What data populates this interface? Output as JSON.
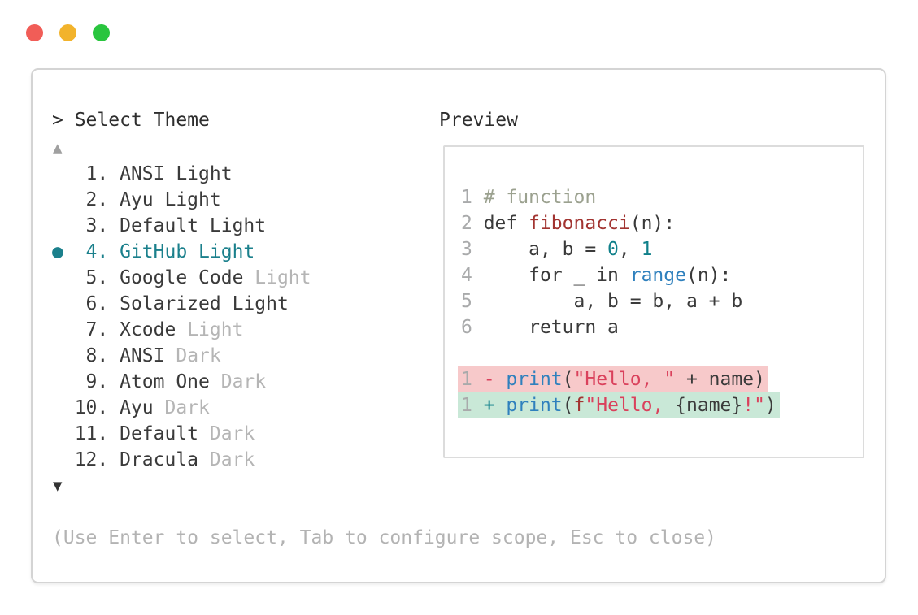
{
  "window": {
    "controls": [
      {
        "name": "close",
        "color": "#f15d57"
      },
      {
        "name": "minimize",
        "color": "#f2b32c"
      },
      {
        "name": "zoom",
        "color": "#29c53e"
      }
    ]
  },
  "palette": {
    "plain": "#3a3a3a",
    "muted": "#b5b5b5",
    "selected": "#1b808c",
    "line_number": "#a9aaab",
    "comment": "#9ba18f",
    "definition": "#a23431",
    "number": "#10808a",
    "builtin": "#2f80bd",
    "string": "#da415c",
    "fstring_prefix": "#a23431",
    "diff_minus": "#da415c",
    "diff_plus": "#10808a",
    "removed_bg": "#f7c9ca",
    "added_bg": "#c9e8d7"
  },
  "selector": {
    "prompt": "> Select Theme",
    "scroll_up_icon": "▲",
    "scroll_down_icon": "▼",
    "bullet_icon": "●",
    "items": [
      {
        "number": "1",
        "selected": false,
        "parts": [
          {
            "text": "ANSI Light",
            "style": "plain"
          }
        ]
      },
      {
        "number": "2",
        "selected": false,
        "parts": [
          {
            "text": "Ayu Light",
            "style": "plain"
          }
        ]
      },
      {
        "number": "3",
        "selected": false,
        "parts": [
          {
            "text": "Default Light",
            "style": "plain"
          }
        ]
      },
      {
        "number": "4",
        "selected": true,
        "parts": [
          {
            "text": "GitHub Light",
            "style": "selected"
          }
        ]
      },
      {
        "number": "5",
        "selected": false,
        "parts": [
          {
            "text": "Google Code ",
            "style": "plain"
          },
          {
            "text": "Light",
            "style": "muted"
          }
        ]
      },
      {
        "number": "6",
        "selected": false,
        "parts": [
          {
            "text": "Solarized Light",
            "style": "plain"
          }
        ]
      },
      {
        "number": "7",
        "selected": false,
        "parts": [
          {
            "text": "Xcode ",
            "style": "plain"
          },
          {
            "text": "Light",
            "style": "muted"
          }
        ]
      },
      {
        "number": "8",
        "selected": false,
        "parts": [
          {
            "text": "ANSI ",
            "style": "plain"
          },
          {
            "text": "Dark",
            "style": "muted"
          }
        ]
      },
      {
        "number": "9",
        "selected": false,
        "parts": [
          {
            "text": "Atom One ",
            "style": "plain"
          },
          {
            "text": "Dark",
            "style": "muted"
          }
        ]
      },
      {
        "number": "10",
        "selected": false,
        "parts": [
          {
            "text": "Ayu ",
            "style": "plain"
          },
          {
            "text": "Dark",
            "style": "muted"
          }
        ]
      },
      {
        "number": "11",
        "selected": false,
        "parts": [
          {
            "text": "Default ",
            "style": "plain"
          },
          {
            "text": "Dark",
            "style": "muted"
          }
        ]
      },
      {
        "number": "12",
        "selected": false,
        "parts": [
          {
            "text": "Dracula ",
            "style": "plain"
          },
          {
            "text": "Dark",
            "style": "muted"
          }
        ]
      }
    ],
    "hint": "(Use Enter to select, Tab to configure scope, Esc to close)"
  },
  "preview": {
    "title": "Preview",
    "code_lines": [
      {
        "number": "1",
        "diff": null,
        "tokens": [
          {
            "text": "# function",
            "style": "comment"
          }
        ]
      },
      {
        "number": "2",
        "diff": null,
        "tokens": [
          {
            "text": "def ",
            "style": "plain"
          },
          {
            "text": "fibonacci",
            "style": "definition"
          },
          {
            "text": "(n):",
            "style": "plain"
          }
        ]
      },
      {
        "number": "3",
        "diff": null,
        "tokens": [
          {
            "text": "    a, b = ",
            "style": "plain"
          },
          {
            "text": "0",
            "style": "number"
          },
          {
            "text": ", ",
            "style": "plain"
          },
          {
            "text": "1",
            "style": "number"
          }
        ]
      },
      {
        "number": "4",
        "diff": null,
        "tokens": [
          {
            "text": "    for _ in ",
            "style": "plain"
          },
          {
            "text": "range",
            "style": "builtin"
          },
          {
            "text": "(n):",
            "style": "plain"
          }
        ]
      },
      {
        "number": "5",
        "diff": null,
        "tokens": [
          {
            "text": "        a, b = b, a + b",
            "style": "plain"
          }
        ]
      },
      {
        "number": "6",
        "diff": null,
        "tokens": [
          {
            "text": "    return a",
            "style": "plain"
          }
        ]
      },
      {
        "number": "",
        "diff": null,
        "tokens": []
      },
      {
        "number": "1",
        "diff": "removed",
        "tokens": [
          {
            "text": "- ",
            "style": "diff_minus"
          },
          {
            "text": "print",
            "style": "builtin"
          },
          {
            "text": "(",
            "style": "plain"
          },
          {
            "text": "\"Hello, \"",
            "style": "string"
          },
          {
            "text": " + name)",
            "style": "plain"
          }
        ]
      },
      {
        "number": "1",
        "diff": "added",
        "tokens": [
          {
            "text": "+ ",
            "style": "diff_plus"
          },
          {
            "text": "print",
            "style": "builtin"
          },
          {
            "text": "(",
            "style": "plain"
          },
          {
            "text": "f",
            "style": "fstring_prefix"
          },
          {
            "text": "\"Hello, ",
            "style": "string"
          },
          {
            "text": "{name}",
            "style": "plain"
          },
          {
            "text": "!\"",
            "style": "string"
          },
          {
            "text": ")",
            "style": "plain"
          }
        ]
      }
    ]
  }
}
